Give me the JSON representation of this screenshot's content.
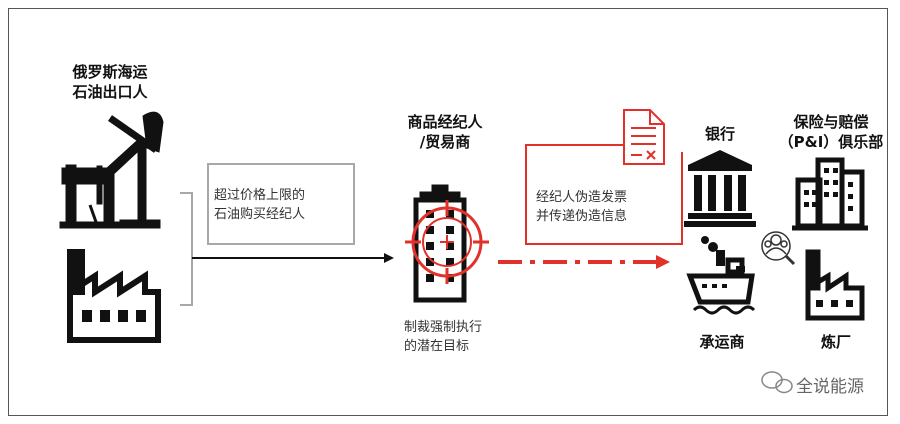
{
  "nodes": {
    "exporter": {
      "line1": "俄罗斯海运",
      "line2": "石油出口人"
    },
    "broker": {
      "line1": "商品经纪人",
      "line2": "/贸易商"
    },
    "bank": {
      "label": "银行"
    },
    "insurance": {
      "line1": "保险与赔偿",
      "line2": "（P&I）俱乐部"
    },
    "shipper": {
      "label": "承运商"
    },
    "refinery": {
      "label": "炼厂"
    }
  },
  "notes": {
    "price_cap": {
      "line1": "超过价格上限的",
      "line2": "石油购买经纪人"
    },
    "forged": {
      "line1": "经纪人伪造发票",
      "line2": "并传递伪造信息"
    },
    "sanction": {
      "line1": "制裁强制执行",
      "line2": "的潜在目标"
    }
  },
  "icons": [
    "oil-pump-icon",
    "factory-icon",
    "office-building-icon",
    "crosshair-target-icon",
    "document-icon",
    "bank-icon",
    "city-buildings-icon",
    "people-search-icon",
    "ship-icon",
    "refinery-icon",
    "wechat-icon"
  ],
  "colors": {
    "accent_red": "#e0322b",
    "gray_box": "#a8a8a8"
  },
  "watermark": "全说能源"
}
